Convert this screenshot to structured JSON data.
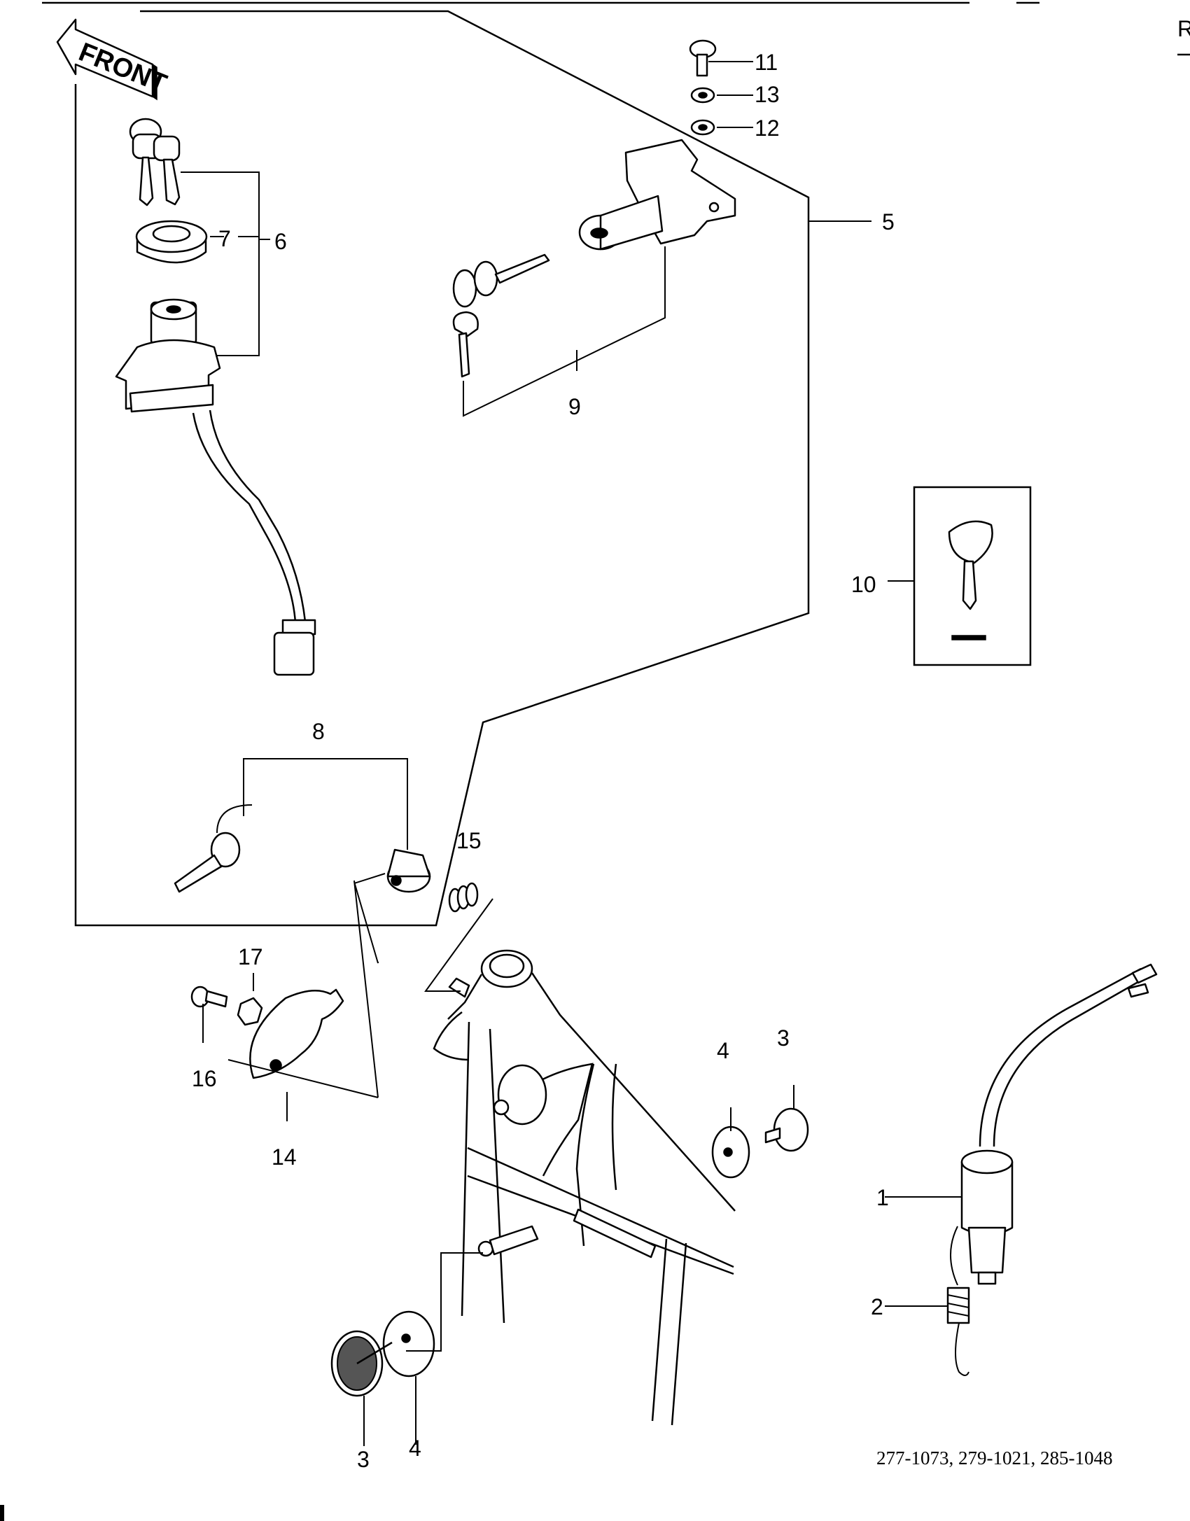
{
  "front_arrow": {
    "label": "FRONT"
  },
  "callouts": {
    "n1": "1",
    "n2": "2",
    "n3a": "3",
    "n3b": "3",
    "n4a": "4",
    "n4b": "4",
    "n5": "5",
    "n6": "6",
    "n7": "7",
    "n8": "8",
    "n9": "9",
    "n10": "10",
    "n11": "11",
    "n12": "12",
    "n13": "13",
    "n14": "14",
    "n15": "15",
    "n16": "16",
    "n17": "17"
  },
  "edge_marks": {
    "top_right": "R"
  },
  "reference_codes": "277-1073, 279-1021, 285-1048"
}
